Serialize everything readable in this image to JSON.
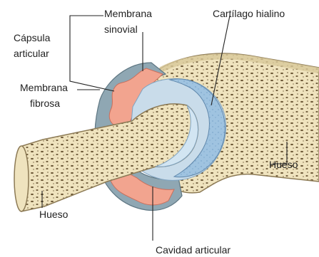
{
  "labels": {
    "membrana_sinovial_line1": "Membrana",
    "membrana_sinovial_line2": "sinovial",
    "cartilago_hialino": "Cartílago hialino",
    "capsula_line1": "Cápsula",
    "capsula_line2": "articular",
    "membrana_fibrosa_line1": "Membrana",
    "membrana_fibrosa_line2": "fibrosa",
    "hueso_right": "Hueso",
    "hueso_left": "Hueso",
    "cavidad_articular": "Cavidad articular"
  },
  "colors": {
    "bone": "#efe3be",
    "bone_outline": "#8c7a55",
    "bone_pores": "#6f5b3a",
    "cartilage": "#9fc3e0",
    "cartilage_light": "#d2e5f2",
    "synovial": "#f2a48f",
    "fibrous_capsule": "#8fa7b3",
    "cavity": "#c9dcea"
  }
}
